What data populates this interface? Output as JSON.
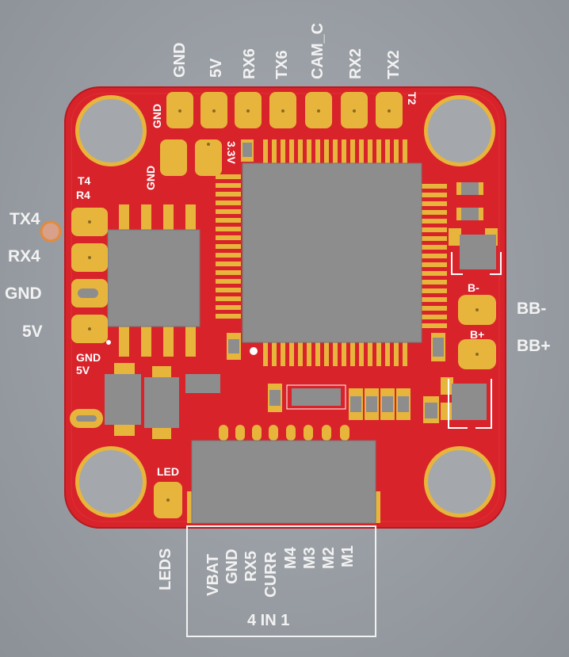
{
  "top_pins": [
    "GND",
    "5V",
    "RX6",
    "TX6",
    "CAM_C",
    "RX2",
    "TX2"
  ],
  "left_pins": [
    "TX4",
    "RX4",
    "GND",
    "5V"
  ],
  "right_pins": [
    "BB-",
    "BB+"
  ],
  "bottom_group": {
    "pins": [
      "VBAT",
      "GND",
      "RX5",
      "CURR",
      "M4",
      "M3",
      "M2",
      "M1"
    ],
    "title": "4 IN 1"
  },
  "leds_label": "LEDS",
  "silkscreen": {
    "t2": "T2",
    "gnd_a": "GND",
    "gnd_b": "GND",
    "v33": "3.3V",
    "t4": "T4",
    "r4": "R4",
    "gnd_left": "GND",
    "v5_left": "5V",
    "led": "LED",
    "b_minus": "B-",
    "b_plus": "B+"
  },
  "colors": {
    "board": "#d8232a",
    "pad": "#e8b53c",
    "chip": "#8d8d8d",
    "background": "#9aa0a6"
  }
}
